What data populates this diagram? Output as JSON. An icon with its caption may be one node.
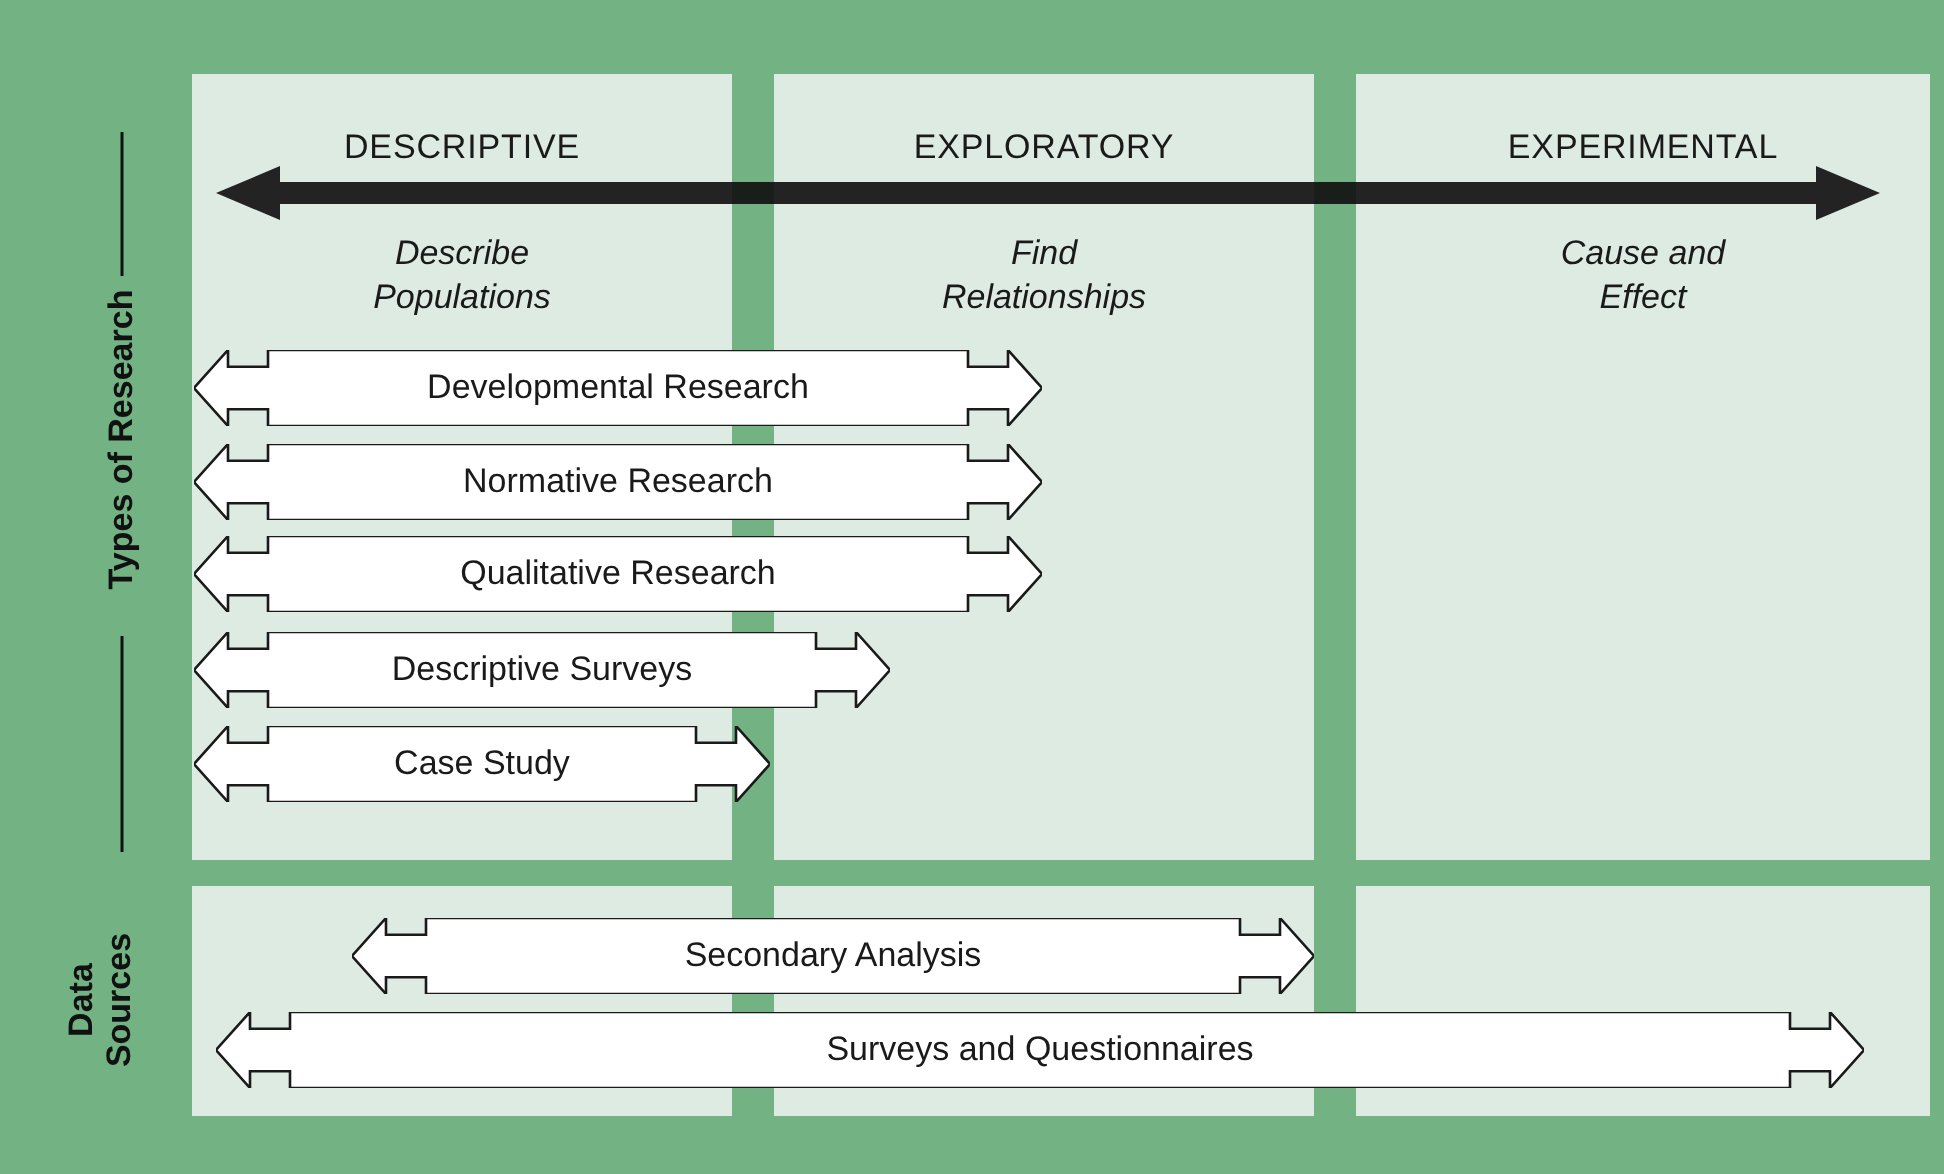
{
  "diagram": {
    "nodes": [
      {
        "text": [
          "DESCRIPTIVE",
          "Describe Populations"
        ]
      },
      {
        "text": [
          "EXPLORATORY",
          "Find Relationships"
        ]
      },
      {
        "text": [
          "EXPERIMENTAL",
          "Cause and Effect"
        ]
      },
      {
        "text": [
          "Developmental Research"
        ]
      },
      {
        "text": [
          "Normative Research"
        ]
      },
      {
        "text": [
          "Qualitative Research"
        ]
      },
      {
        "text": [
          "Descriptive Surveys"
        ]
      },
      {
        "text": [
          "Case Study"
        ]
      },
      {
        "text": [
          "Secondary Analysis"
        ]
      },
      {
        "text": [
          "Surveys and Questionnaires"
        ]
      }
    ],
    "labels": [
      "Types of Research",
      "Data Sources"
    ]
  }
}
